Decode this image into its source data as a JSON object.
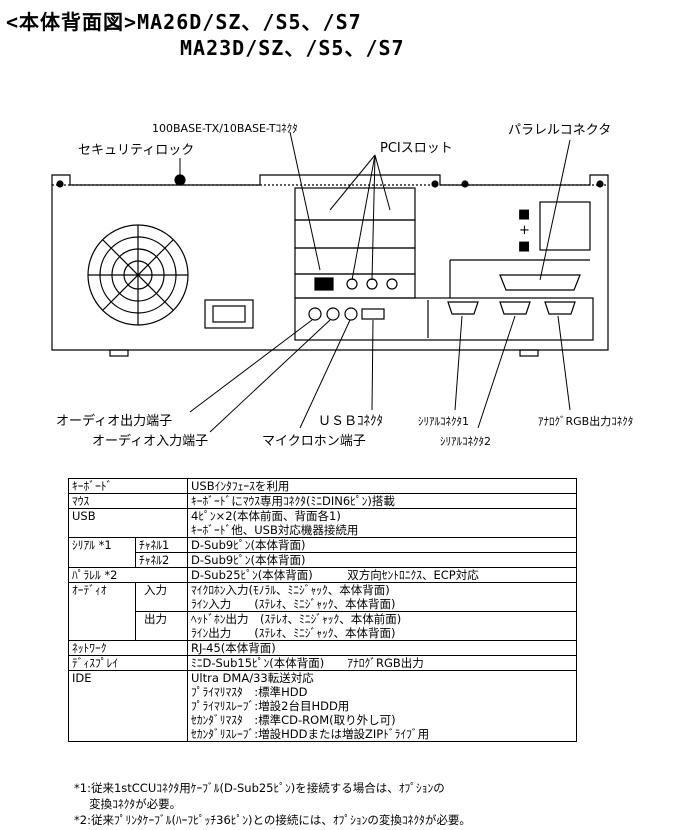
{
  "title": {
    "line1": "<本体背面図>MA26D/SZ、/S5、/S7",
    "line2": "MA23D/SZ、/S5、/S7"
  },
  "diagram": {
    "labels": {
      "lan": "100BASE-TX/10BASE-Tｺﾈｸﾀ",
      "security": "セキュリティロック",
      "pci": "PCIスロット",
      "parallel": "パラレルコネクタ",
      "audio_out": "オーディオ出力端子",
      "audio_in": "オーディオ入力端子",
      "usb": "ＵＳＢｺﾈｸﾀ",
      "mic": "マイクロホン端子",
      "serial1": "ｼﾘｱﾙｺﾈｸﾀ1",
      "serial2": "ｼﾘｱﾙｺﾈｸﾀ2",
      "analog_rgb": "ｱﾅﾛｸﾞRGB出力ｺﾈｸﾀ"
    },
    "voltage_marks": {
      "top": "■",
      "plus": "+",
      "bottom": "■"
    }
  },
  "spec_table": {
    "keyboard": {
      "label": "ｷｰﾎﾞｰﾄﾞ",
      "value": "USBｲﾝﾀﾌｪｰｽを利用"
    },
    "mouse": {
      "label": "ﾏｳｽ",
      "value": "ｷｰﾎﾞｰﾄﾞにﾏｳｽ専用ｺﾈｸﾀ(ﾐﾆDIN6ﾋﾟﾝ)搭載"
    },
    "usb": {
      "label": "USB",
      "value1": "4ﾋﾟﾝ×2(本体前面、背面各1)",
      "value2": "ｷｰﾎﾞｰﾄﾞ他、USB対応機器接続用"
    },
    "serial": {
      "label": "ｼﾘｱﾙ *1",
      "ch1": "ﾁｬﾈﾙ1",
      "ch1_value": "D-Sub9ﾋﾟﾝ(本体背面)",
      "ch2": "ﾁｬﾈﾙ2",
      "ch2_value": "D-Sub9ﾋﾟﾝ(本体背面)"
    },
    "parallel": {
      "label": "ﾊﾟﾗﾚﾙ *2",
      "value": "D-Sub25ﾋﾟﾝ(本体背面)　　　双方向ｾﾝﾄﾛﾆｸｽ、ECP対応"
    },
    "audio": {
      "label": "ｵｰﾃﾞｨｵ",
      "in_label": "入力",
      "in1": "ﾏｲｸﾛﾎﾝ入力(ﾓﾉﾗﾙ、ﾐﾆｼﾞｬｯｸ、本体背面)",
      "in2": "ﾗｲﾝ入力　　(ｽﾃﾚｵ、ﾐﾆｼﾞｬｯｸ、本体背面)",
      "out_label": "出力",
      "out1": "ﾍｯﾄﾞﾎﾝ出力　(ｽﾃﾚｵ、ﾐﾆｼﾞｬｯｸ、本体前面)",
      "out2": "ﾗｲﾝ出力　　(ｽﾃﾚｵ、ﾐﾆｼﾞｬｯｸ、本体背面)"
    },
    "network": {
      "label": "ﾈｯﾄﾜｰｸ",
      "value": "RJ-45(本体背面)"
    },
    "display": {
      "label": "ﾃﾞｨｽﾌﾟﾚｲ",
      "value": "ﾐﾆD-Sub15ﾋﾟﾝ(本体背面)　　ｱﾅﾛｸﾞRGB出力"
    },
    "ide": {
      "label": "IDE",
      "v1": "Ultra DMA/33転送対応",
      "v2": "ﾌﾟﾗｲﾏﾘﾏｽﾀ　:標準HDD",
      "v3": "ﾌﾟﾗｲﾏﾘｽﾚｰﾌﾞ:増設2台目HDD用",
      "v4": "ｾｶﾝﾀﾞﾘﾏｽﾀ　:標準CD-ROM(取り外し可)",
      "v5": "ｾｶﾝﾀﾞﾘｽﾚｰﾌﾞ:増設HDDまたは増設ZIPﾄﾞﾗｲﾌﾞ用"
    }
  },
  "notes": {
    "n1a": "*1:従来1stCCUｺﾈｸﾀ用ｹｰﾌﾞﾙ(D-Sub25ﾋﾟﾝ)を接続する場合は、ｵﾌﾟｼｮﾝの",
    "n1b": "　 変換ｺﾈｸﾀが必要。",
    "n2": "*2:従来ﾌﾟﾘﾝﾀｹｰﾌﾞﾙ(ﾊｰﾌﾋﾟｯﾁ36ﾋﾟﾝ)との接続には、ｵﾌﾟｼｮﾝの変換ｺﾈｸﾀが必要。"
  }
}
